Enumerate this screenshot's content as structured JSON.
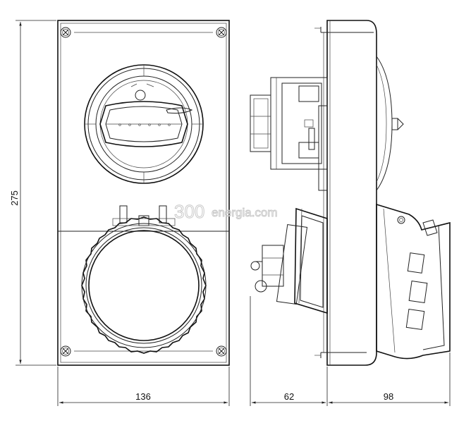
{
  "dimensions": {
    "height": "275",
    "front_width": "136",
    "side_depth_back": "62",
    "side_depth_front": "98"
  },
  "watermark": {
    "number": "300",
    "text": "energia.com"
  },
  "colors": {
    "line": "#222222",
    "watermark": "#c9c9c9",
    "background": "#ffffff"
  }
}
